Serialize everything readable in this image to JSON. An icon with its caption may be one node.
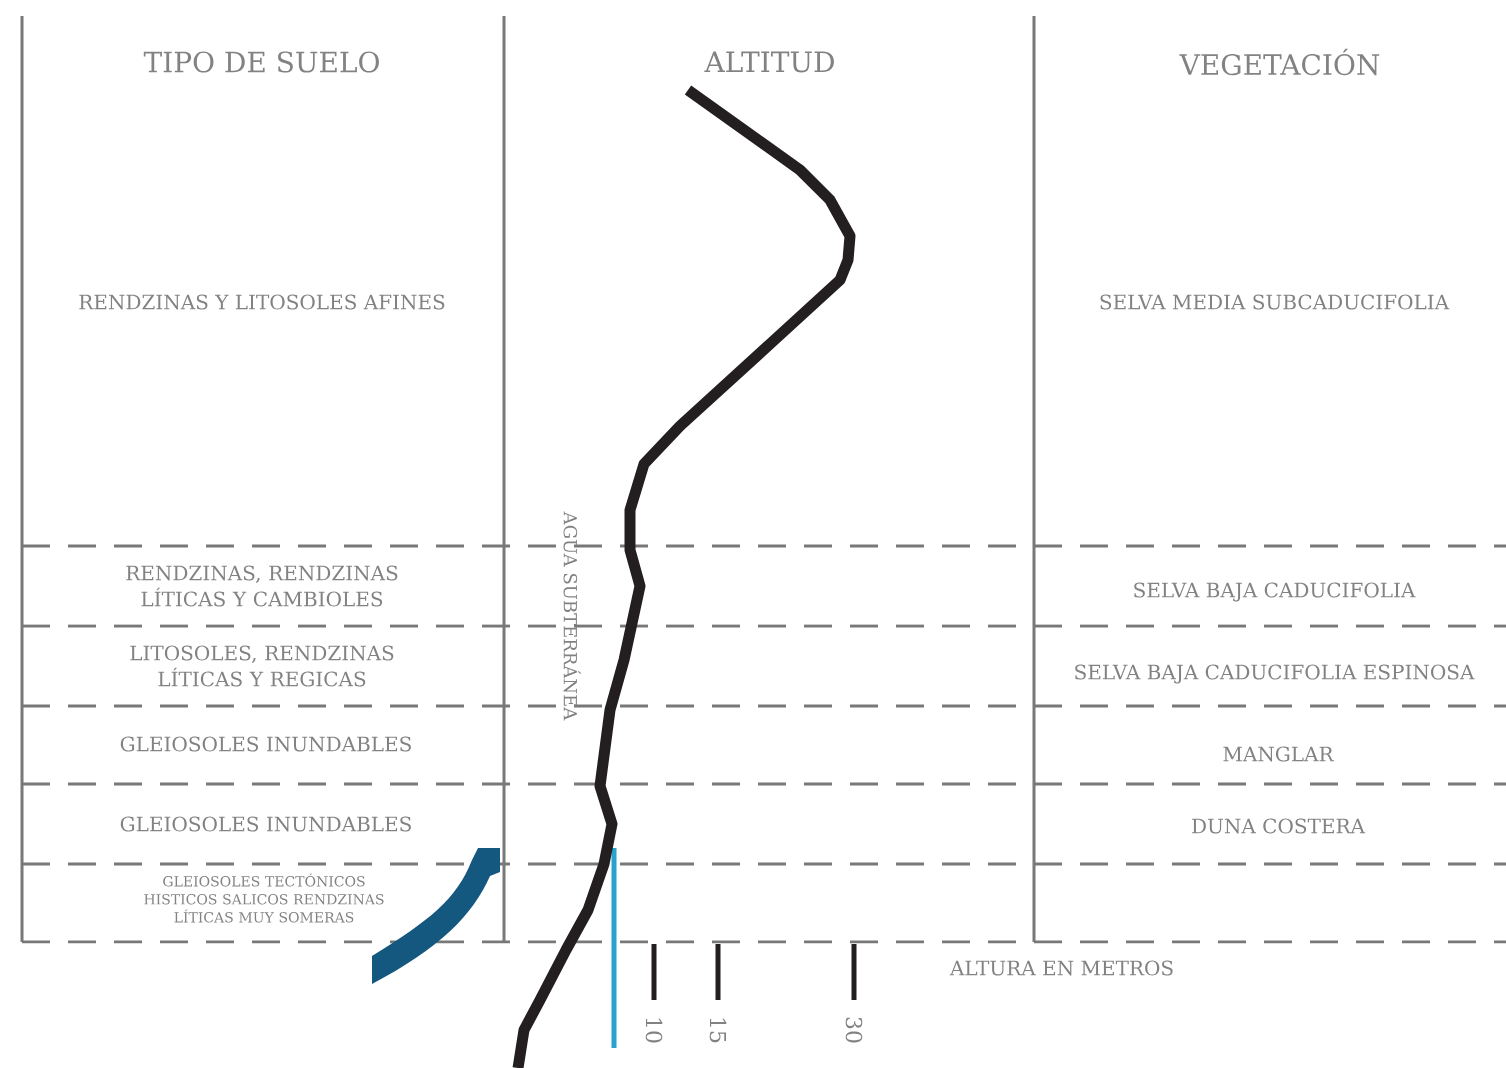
{
  "diagram": {
    "labels": [
      "TIPO DE SUELO",
      "ALTITUD",
      "VEGETACIÓN",
      "RENDZINAS Y LITOSOLES AFINES",
      "SELVA MEDIA SUBCADUCIFOLIA",
      "RENDZINAS, RENDZINAS LÍTICAS Y CAMBIOLES",
      "SELVA BAJA CADUCIFOLIA",
      "LITOSOLES, RENDZINAS LÍTICAS Y REGICAS",
      "SELVA BAJA CADUCIFOLIA ESPINOSA",
      "GLEIOSOLES INUNDABLES",
      "MANGLAR",
      "GLEIOSOLES INUNDABLES",
      "DUNA COSTERA",
      "GLEIOSOLES TECTÓNICOS HISTICOS SALICOS RENDZINAS LÍTICAS MUY SOMERAS",
      "AGUA SUBTERRÁNEA",
      "ALTURA EN METROS",
      "10",
      "15",
      "30"
    ]
  }
}
